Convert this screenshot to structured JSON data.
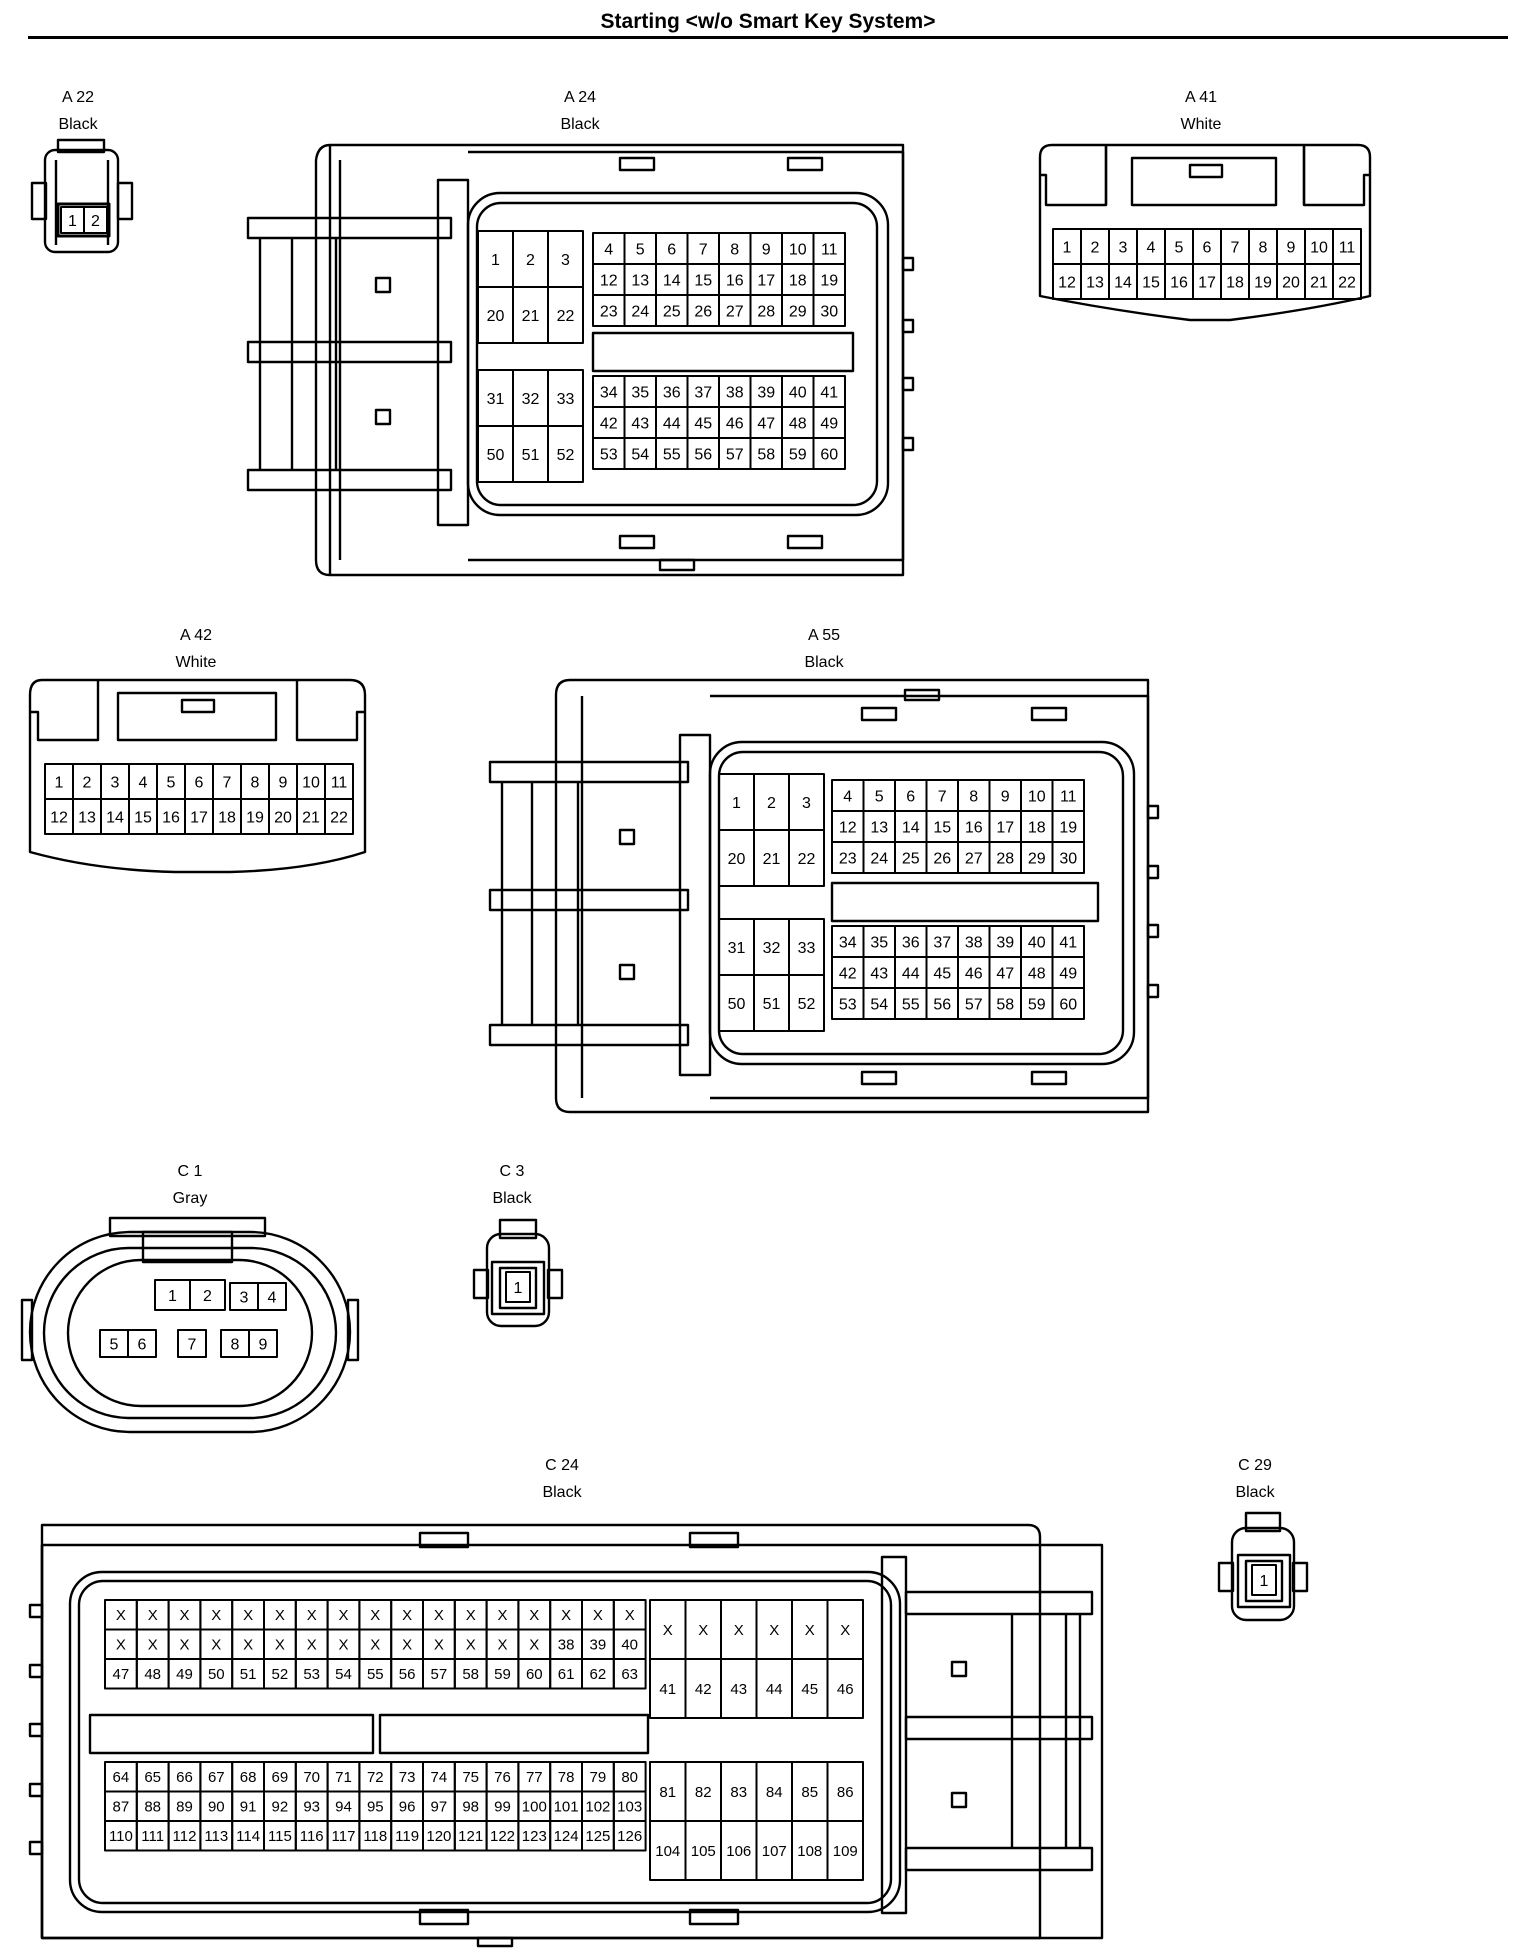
{
  "title": "Starting <w/o Smart Key System>",
  "connectors": [
    {
      "id": "A22",
      "code": "A 22",
      "color": "Black"
    },
    {
      "id": "A24",
      "code": "A 24",
      "color": "Black"
    },
    {
      "id": "A41",
      "code": "A 41",
      "color": "White"
    },
    {
      "id": "A42",
      "code": "A 42",
      "color": "White"
    },
    {
      "id": "A55",
      "code": "A 55",
      "color": "Black"
    },
    {
      "id": "C1",
      "code": "C 1",
      "color": "Gray"
    },
    {
      "id": "C3",
      "code": "C 3",
      "color": "Black"
    },
    {
      "id": "C24",
      "code": "C 24",
      "color": "Black"
    },
    {
      "id": "C29",
      "code": "C 29",
      "color": "Black"
    }
  ],
  "unused_pin_mark": "X"
}
